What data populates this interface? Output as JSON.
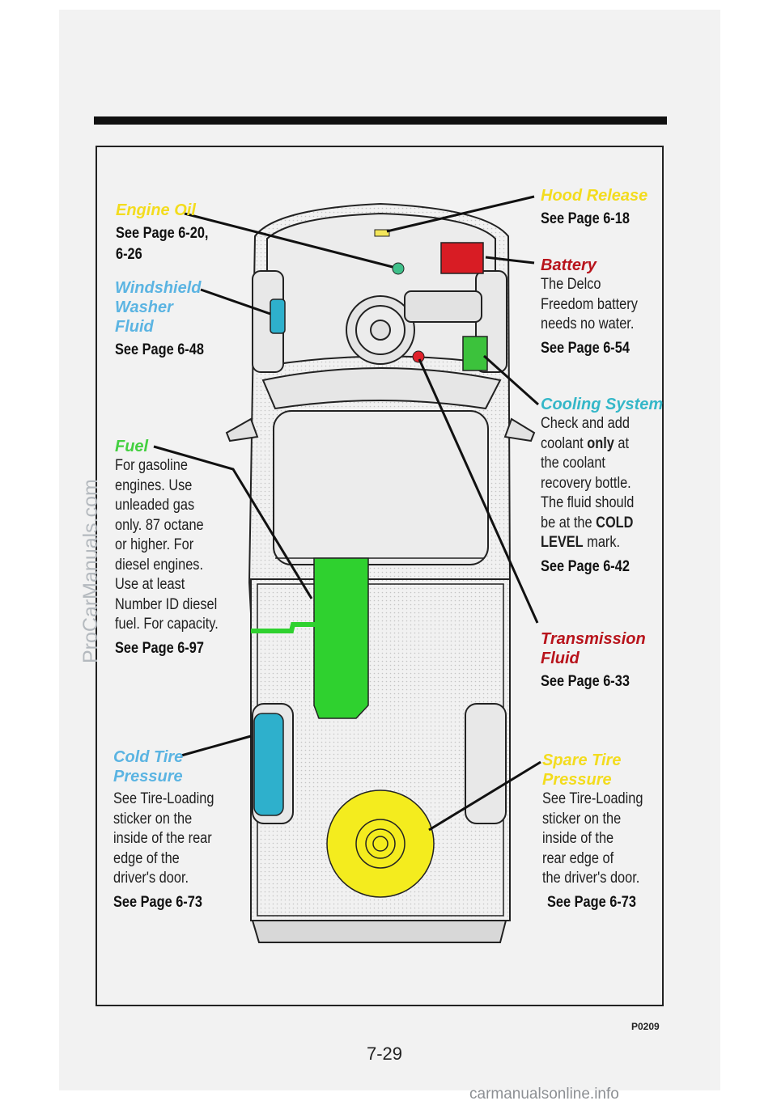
{
  "callouts": {
    "engine_oil": {
      "title": "Engine Oil",
      "ref": "See Page 6-20,\n6-26"
    },
    "hood_release": {
      "title": "Hood Release",
      "ref": "See Page 6-18"
    },
    "battery": {
      "title": "Battery",
      "body": "The Delco\nFreedom battery\nneeds no water.",
      "ref": "See Page 6-54"
    },
    "washer_fluid": {
      "title": "Windshield\nWasher\nFluid",
      "ref": "See Page 6-48"
    },
    "cooling": {
      "title": "Cooling System",
      "body_pre": "Check and add\ncoolant ",
      "body_bold1": "only",
      "body_mid": " at\nthe coolant\nrecovery bottle.\nThe fluid should\nbe at the ",
      "body_bold2": "COLD\nLEVEL",
      "body_post": " mark.",
      "ref": "See Page 6-42"
    },
    "fuel": {
      "title": "Fuel",
      "body": "For gasoline\nengines. Use\nunleaded gas\nonly. 87 octane\nor higher. For\ndiesel engines.\nUse at least\nNumber ID diesel\nfuel. For capacity.",
      "ref": "See Page 6-97"
    },
    "transmission": {
      "title": "Transmission\nFluid",
      "ref": "See Page 6-33"
    },
    "cold_tire": {
      "title": "Cold Tire\nPressure",
      "body": "See Tire-Loading\nsticker on the\ninside of the rear\nedge of the\ndriver's door.",
      "ref": "See Page 6-73"
    },
    "spare_tire": {
      "title": "Spare Tire\nPressure",
      "body": "See Tire-Loading\nsticker on the\ninside of the\nrear edge of\nthe driver's door.",
      "ref": "See Page 6-73"
    }
  },
  "figure_code": "P0209",
  "page_number": "7-29",
  "watermark": "ProCarManuals.com",
  "footer": "carmanualsonline.info",
  "colors": {
    "battery": "#d81c24",
    "coolant": "#3cc23c",
    "fuel_tank": "#2fd12f",
    "washer": "#2eb0cc",
    "spare_tire": "#f4ec1e",
    "hood_release": "#f3e65a",
    "engine_oil_cap": "#3fc08a",
    "transmission_dipstick": "#e0202a"
  }
}
